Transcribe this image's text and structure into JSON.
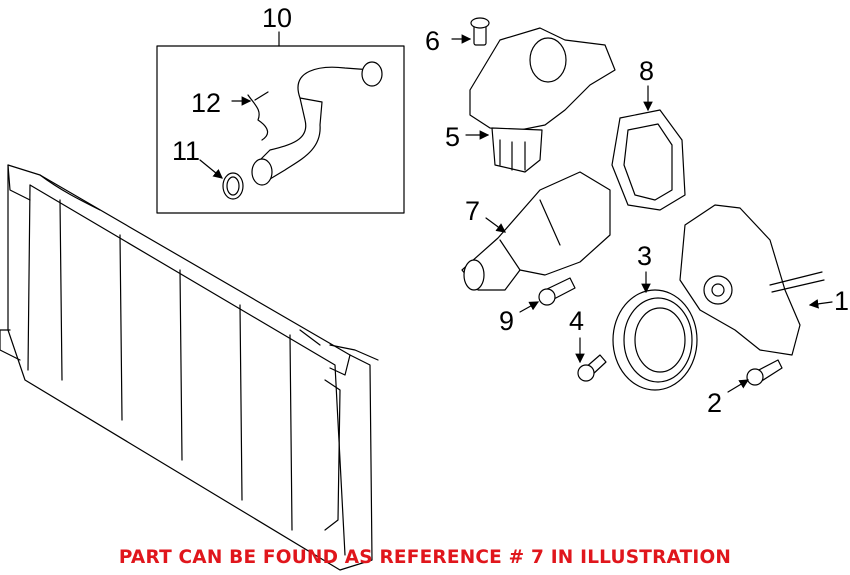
{
  "callouts": {
    "n1": "1",
    "n2": "2",
    "n3": "3",
    "n4": "4",
    "n5": "5",
    "n6": "6",
    "n7": "7",
    "n8": "8",
    "n9": "9",
    "n10": "10",
    "n11": "11",
    "n12": "12"
  },
  "caption": "PART CAN BE FOUND AS REFERENCE # 7 IN ILLUSTRATION",
  "colors": {
    "caption": "#e0161c",
    "lines": "#000000"
  }
}
